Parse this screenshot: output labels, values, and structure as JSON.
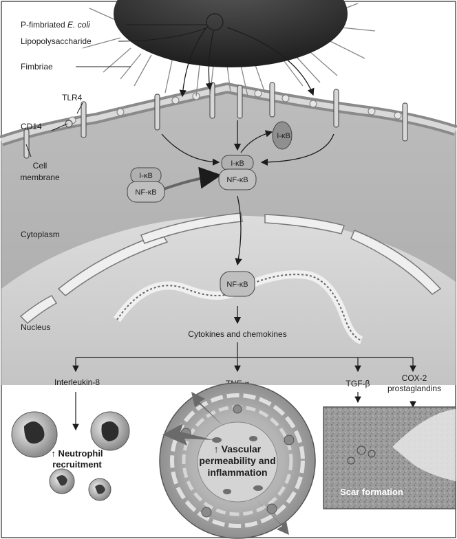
{
  "labels": {
    "p_fimbriated": "P-fimbriated",
    "e_coli": "E. coli",
    "lipopolysaccharide": "Lipopolysaccharide",
    "fimbriae": "Fimbriae",
    "tlr4": "TLR4",
    "cd14": "CD14",
    "cell_membrane_1": "Cell",
    "cell_membrane_2": "membrane",
    "cytoplasm": "Cytoplasm",
    "nucleus": "Nucleus"
  },
  "complexes": {
    "ikb_free": "I-κB",
    "ikb_bound_left": "I-κB",
    "nfkb_left": "NF-κB",
    "ikb_bound_center": "I-κB",
    "nfkb_center": "NF-κB",
    "nfkb_nucleus": "NF-κB"
  },
  "pathway": {
    "cytokines": "Cytokines and chemokines",
    "interleukin8": "Interleukin-8",
    "tnf_alpha": "TNF-α",
    "tgf_beta": "TGF-β",
    "cox2_line1": "COX-2",
    "cox2_line2": "prostaglandins"
  },
  "outcomes": {
    "neutrophil_line1": "↑ Neutrophil",
    "neutrophil_line2": "recruitment",
    "vascular_line1": "↑ Vascular",
    "vascular_line2": "permeability and",
    "vascular_line3": "inflammation",
    "scar": "Scar formation"
  }
}
